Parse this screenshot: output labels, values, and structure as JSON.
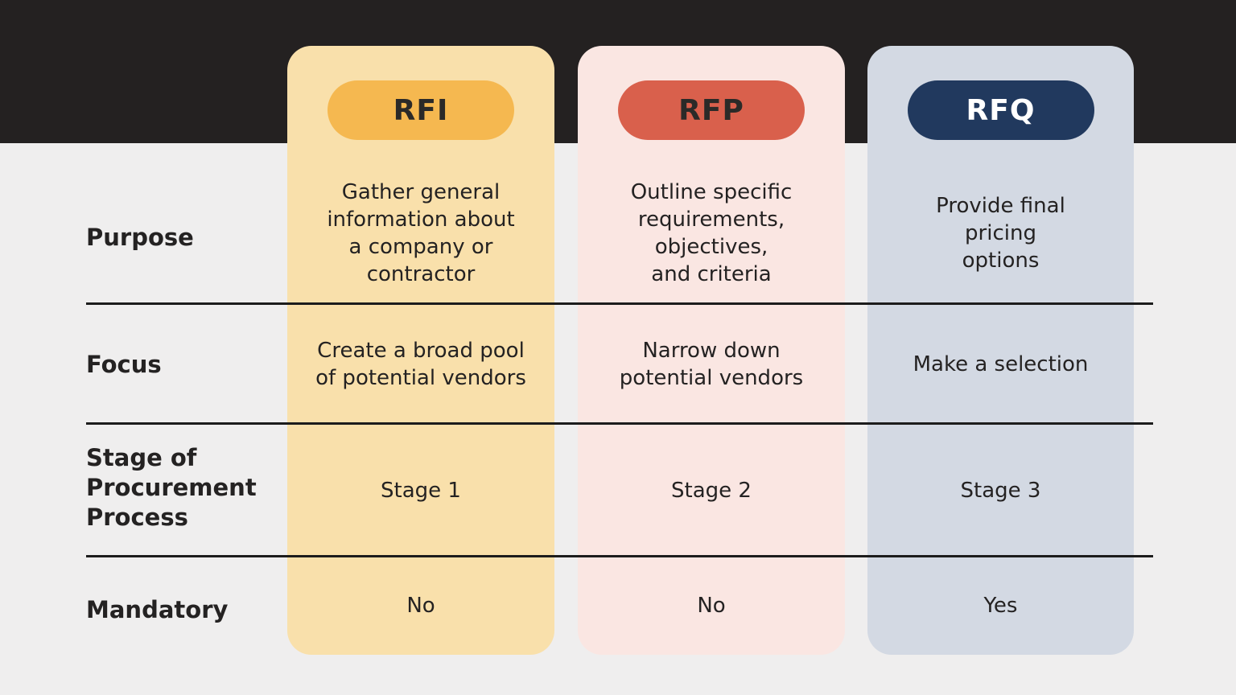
{
  "page": {
    "background_color": "#efeeee",
    "band_color": "#242121",
    "divider_color": "#1c1c1c",
    "text_color": "#242222"
  },
  "table": {
    "row_labels": {
      "purpose": "Purpose",
      "focus": "Focus",
      "stage": "Stage of\nProcurement\nProcess",
      "mandatory": "Mandatory"
    },
    "columns": [
      {
        "id": "rfi",
        "badge": "RFI",
        "card_color": "#f9e0ab",
        "badge_color": "#f5b850",
        "badge_text_color": "#2b2a28",
        "purpose": "Gather general\ninformation about\na company or\ncontractor",
        "focus": "Create a broad pool\nof potential vendors",
        "stage": "Stage 1",
        "mandatory": "No"
      },
      {
        "id": "rfp",
        "badge": "RFP",
        "card_color": "#fae6e2",
        "badge_color": "#d9604c",
        "badge_text_color": "#2b2a28",
        "purpose": "Outline specific\nrequirements,\nobjectives,\nand criteria",
        "focus": "Narrow down\npotential vendors",
        "stage": "Stage 2",
        "mandatory": "No"
      },
      {
        "id": "rfq",
        "badge": "RFQ",
        "card_color": "#d3d9e3",
        "badge_color": "#21395e",
        "badge_text_color": "#ffffff",
        "purpose": "Provide final\npricing\noptions",
        "focus": "Make a selection",
        "stage": "Stage 3",
        "mandatory": "Yes"
      }
    ]
  }
}
